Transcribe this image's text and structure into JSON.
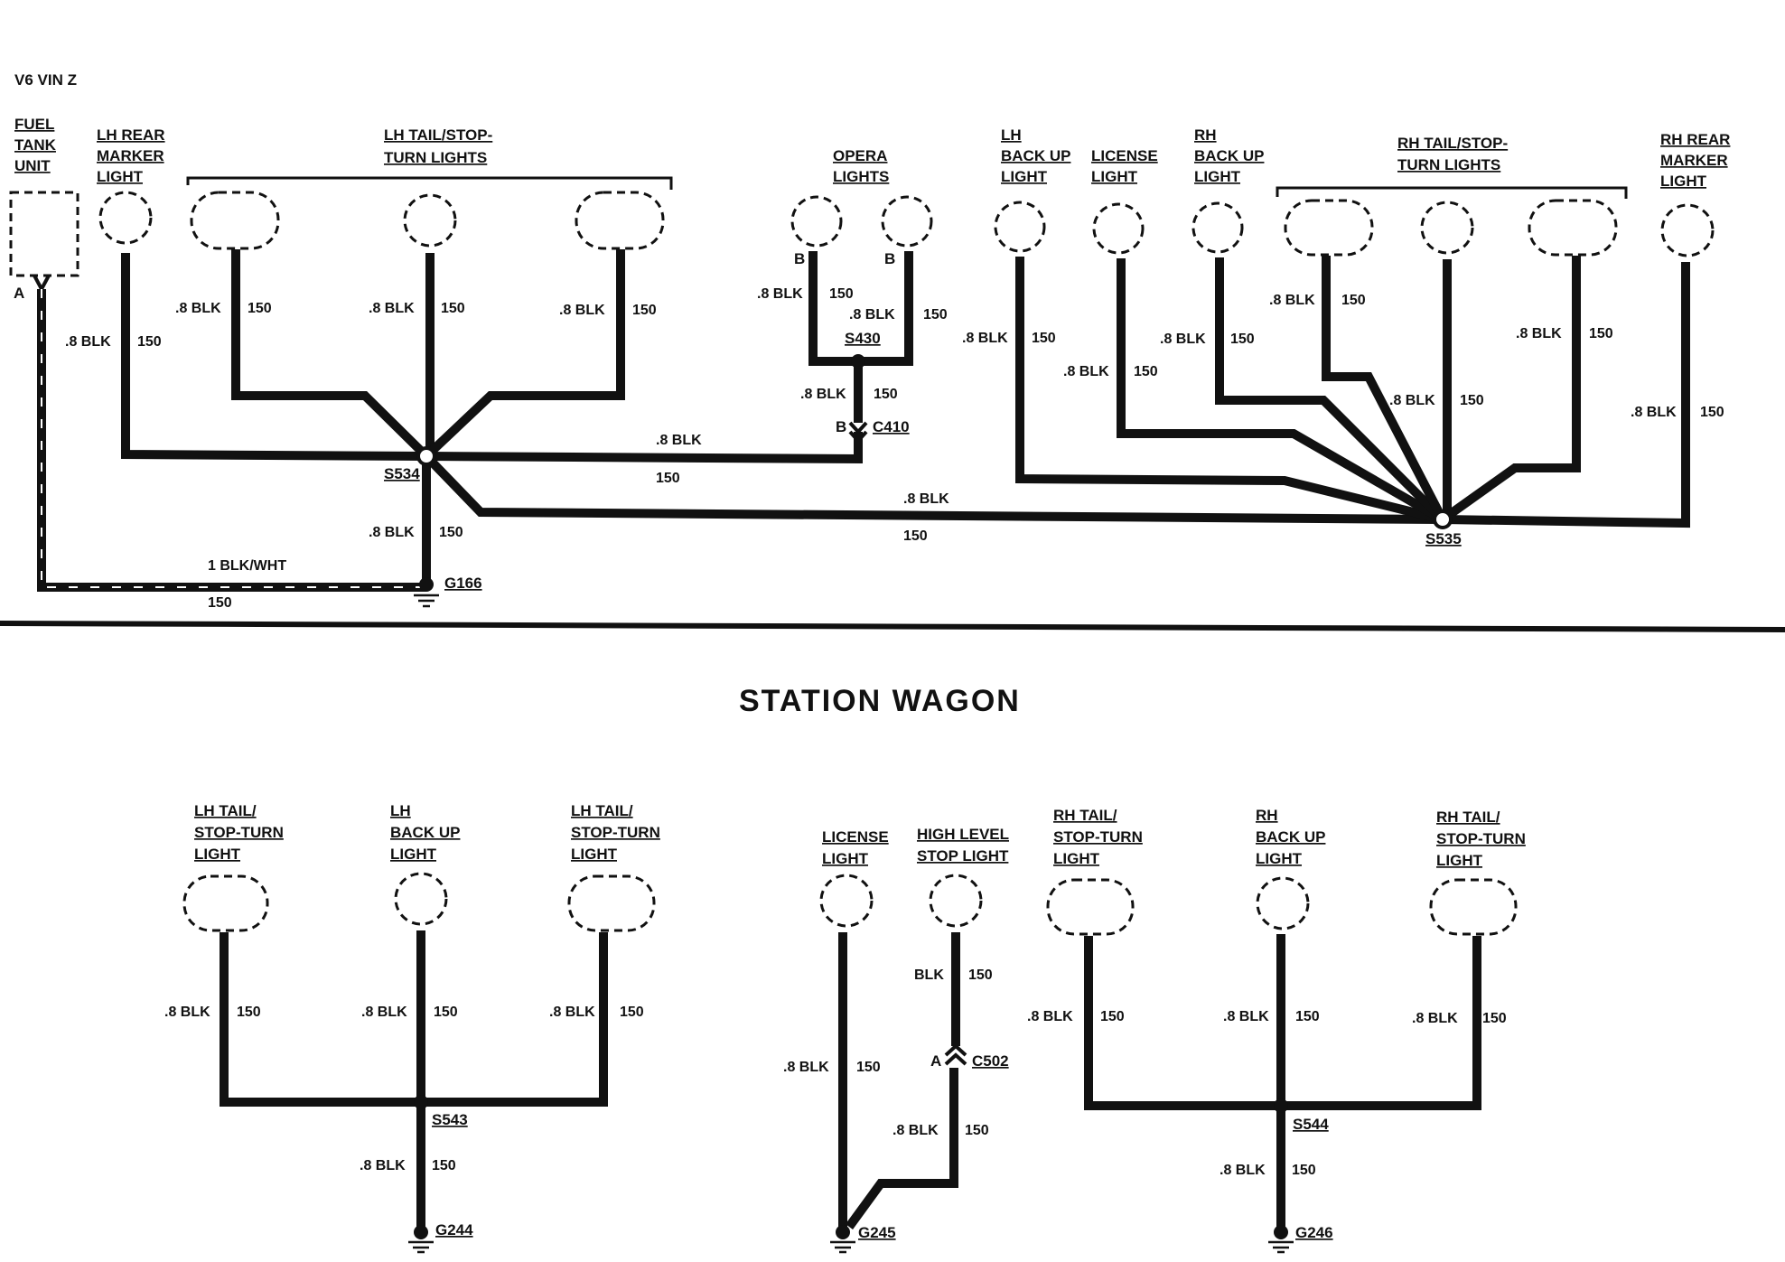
{
  "sedan": {
    "engine_label": "V6 VIN Z",
    "components": [
      {
        "id": "fuel_tank",
        "lines": [
          "FUEL",
          "TANK",
          "UNIT"
        ],
        "pin": "A"
      },
      {
        "id": "lh_rear_marker",
        "lines": [
          "LH REAR",
          "MARKER",
          "LIGHT"
        ]
      },
      {
        "id": "lh_tail_group",
        "lines": [
          "LH TAIL/STOP-",
          "TURN LIGHTS"
        ]
      },
      {
        "id": "opera",
        "lines": [
          "OPERA",
          "LIGHTS"
        ],
        "pins": [
          "B",
          "B"
        ]
      },
      {
        "id": "lh_backup",
        "lines": [
          "LH",
          "BACK UP",
          "LIGHT"
        ]
      },
      {
        "id": "license",
        "lines": [
          "LICENSE",
          "LIGHT"
        ]
      },
      {
        "id": "rh_backup",
        "lines": [
          "RH",
          "BACK UP",
          "LIGHT"
        ]
      },
      {
        "id": "rh_tail_group",
        "lines": [
          "RH TAIL/STOP-",
          "TURN LIGHTS"
        ]
      },
      {
        "id": "rh_rear_marker",
        "lines": [
          "RH REAR",
          "MARKER",
          "LIGHT"
        ]
      }
    ],
    "splices": {
      "s534": "S534",
      "s535": "S535",
      "s430": "S430"
    },
    "connectors": {
      "c410": "C410",
      "c410_pin": "B"
    },
    "grounds": {
      "g166": "G166"
    },
    "wire_color": ".8 BLK",
    "circuit": "150",
    "fuel_wire_color": "1 BLK/WHT"
  },
  "wagon": {
    "title": "STATION  WAGON",
    "components": [
      {
        "id": "lh_tail_1",
        "lines": [
          "LH TAIL/",
          "STOP-TURN",
          "LIGHT"
        ]
      },
      {
        "id": "lh_backup",
        "lines": [
          "LH",
          "BACK UP",
          "LIGHT"
        ]
      },
      {
        "id": "lh_tail_2",
        "lines": [
          "LH TAIL/",
          "STOP-TURN",
          "LIGHT"
        ]
      },
      {
        "id": "license",
        "lines": [
          "LICENSE",
          "LIGHT"
        ]
      },
      {
        "id": "high_level",
        "lines": [
          "HIGH LEVEL",
          "STOP LIGHT"
        ]
      },
      {
        "id": "rh_tail_1",
        "lines": [
          "RH TAIL/",
          "STOP-TURN",
          "LIGHT"
        ]
      },
      {
        "id": "rh_backup",
        "lines": [
          "RH",
          "BACK UP",
          "LIGHT"
        ]
      },
      {
        "id": "rh_tail_2",
        "lines": [
          "RH TAIL/",
          "STOP-TURN",
          "LIGHT"
        ]
      }
    ],
    "splices": {
      "s543": "S543",
      "s544": "S544"
    },
    "connectors": {
      "c502": "C502",
      "c502_pin": "A"
    },
    "grounds": {
      "g244": "G244",
      "g245": "G245",
      "g246": "G246"
    },
    "wire_color": ".8 BLK",
    "wire_color_plain": "BLK",
    "circuit": "150"
  }
}
